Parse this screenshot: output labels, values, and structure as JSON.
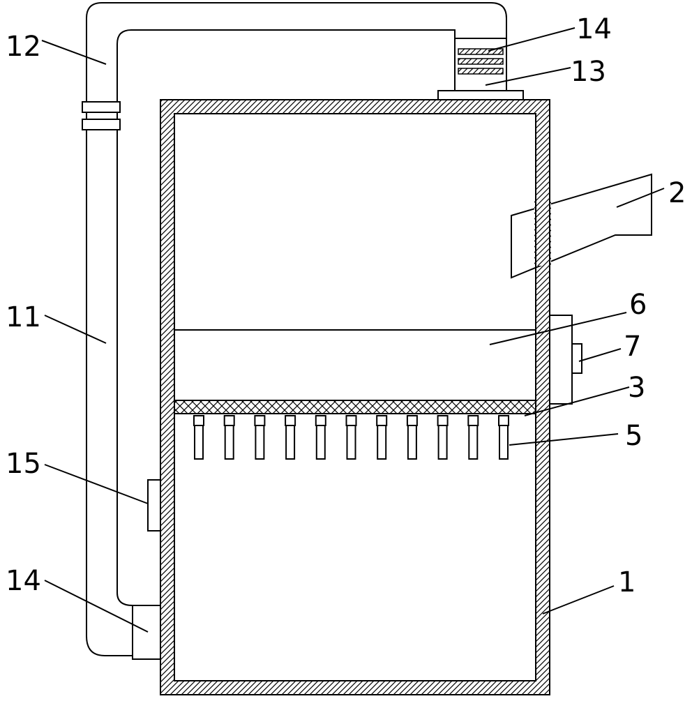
{
  "diagram": {
    "stroke_color": "#000000",
    "background_color": "#ffffff",
    "labels": {
      "housing": "1",
      "inlet_pipe": "2",
      "filter_screen": "3",
      "nozzle_row": "5",
      "chamber_divider": "6",
      "side_box_knob": "7",
      "vertical_pipe": "11",
      "top_pipe": "12",
      "top_base": "13",
      "top_connector": "14",
      "side_panel": "15",
      "bottom_connector": "14"
    }
  }
}
